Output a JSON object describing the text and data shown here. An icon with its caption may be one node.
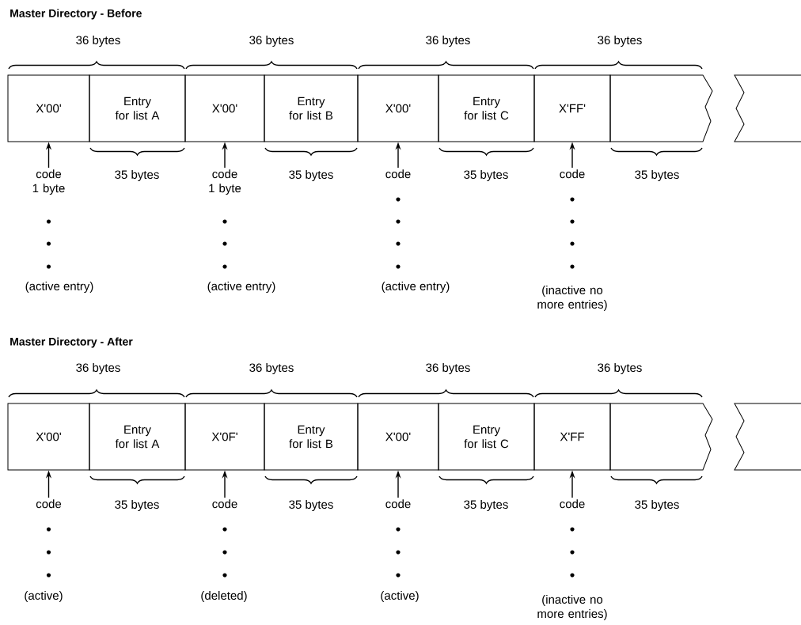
{
  "diagram": {
    "nodes": [
      {
        "text": [
          "X'00'"
        ]
      },
      {
        "text": [
          "Entry for list A"
        ]
      },
      {
        "text": [
          "X'00'"
        ]
      },
      {
        "text": [
          "Entry for list B"
        ]
      },
      {
        "text": [
          "X'00'"
        ]
      },
      {
        "text": [
          "Entry for list C"
        ]
      },
      {
        "text": [
          "X'FF'"
        ]
      },
      {
        "text": [],
        "shape": "box"
      },
      {
        "text": [
          "code 1 byte"
        ]
      },
      {
        "text": [
          "code 1 byte"
        ]
      },
      {
        "text": [
          "code"
        ]
      },
      {
        "text": [
          "code"
        ]
      },
      {
        "text": [
          "X'00'"
        ]
      },
      {
        "text": [
          "Entry for list A"
        ]
      },
      {
        "text": [
          "X'0F'"
        ]
      },
      {
        "text": [
          "Entry for list B"
        ]
      },
      {
        "text": [
          "X'00'"
        ]
      },
      {
        "text": [
          "Entry for list C"
        ]
      },
      {
        "text": [
          "X'FF"
        ]
      },
      {
        "text": [],
        "shape": "box"
      },
      {
        "text": [
          "code"
        ]
      },
      {
        "text": [
          "code"
        ]
      },
      {
        "text": [
          "code"
        ]
      },
      {
        "text": [
          "code"
        ]
      }
    ],
    "edges": [
      {
        "from": 8,
        "to": 0,
        "arrow": "to"
      },
      {
        "from": 9,
        "to": 2,
        "arrow": "to"
      },
      {
        "from": 10,
        "to": 4,
        "arrow": "to"
      },
      {
        "from": 11,
        "to": 6,
        "arrow": "to"
      },
      {
        "from": 20,
        "to": 12,
        "arrow": "to"
      },
      {
        "from": 21,
        "to": 14,
        "arrow": "to"
      },
      {
        "from": 22,
        "to": 16,
        "arrow": "to"
      },
      {
        "from": 23,
        "to": 18,
        "arrow": "to"
      }
    ],
    "labels": [
      "Master Directory - Before",
      "36 bytes",
      "36 bytes",
      "36 bytes",
      "36 bytes",
      "35 bytes",
      "35 bytes",
      "35 bytes",
      "35 bytes",
      "(active entry)",
      "(active entry)",
      "(active entry)",
      "(inactive no more entries)",
      "Master Directory - After",
      "36 bytes",
      "36 bytes",
      "36 bytes",
      "36 bytes",
      "35 bytes",
      "35 bytes",
      "35 bytes",
      "35 bytes",
      "(active)",
      "(deleted)",
      "(active)",
      "(inactive no more entries)"
    ]
  }
}
